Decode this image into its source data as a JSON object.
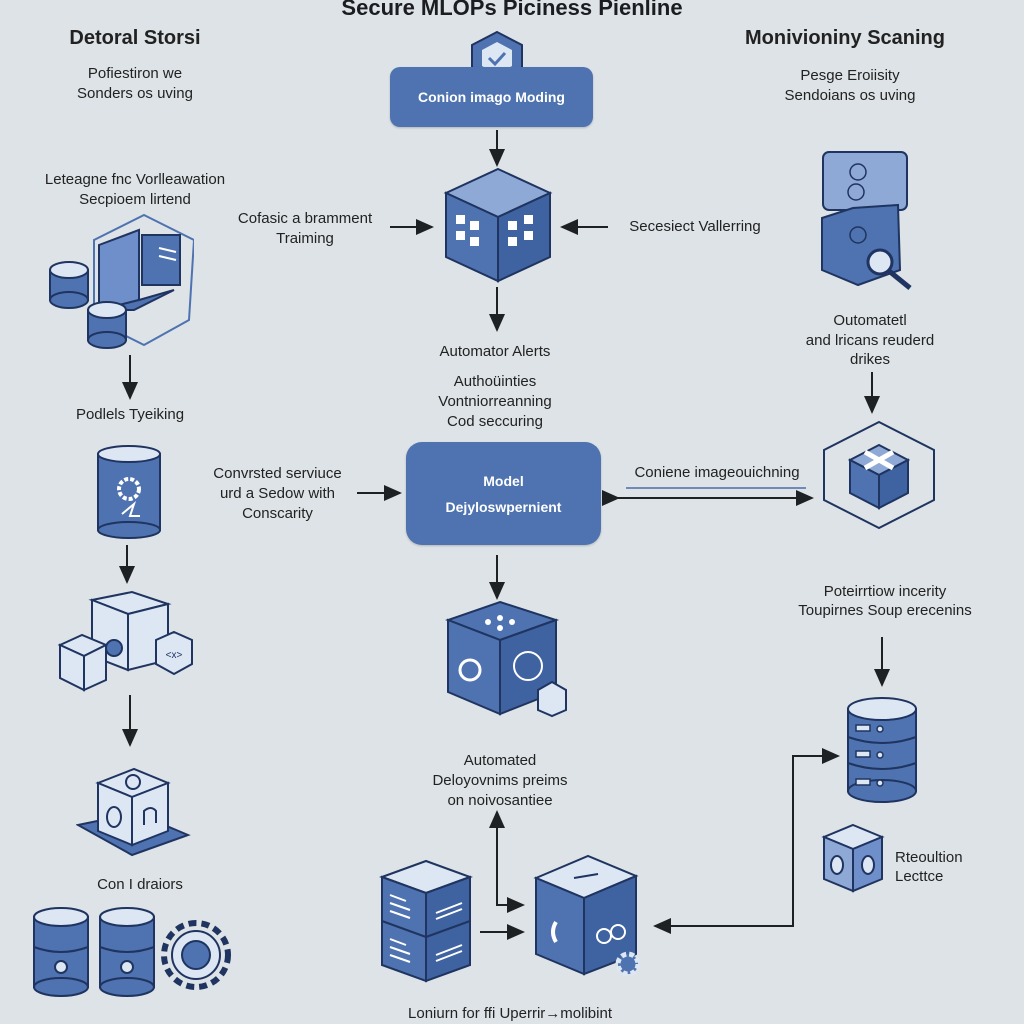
{
  "title": "Secure MLOPs Piciness Pienline",
  "colors": {
    "background": "#dde3e6",
    "primary_blue": "#4e73b0",
    "light_blue": "#8fa9d6",
    "outline": "#1f3460",
    "arrow": "#1e2124"
  },
  "left_column": {
    "heading": "Detoral Storsi",
    "subheading": [
      "Pofiestiron we",
      "Sonders os uving"
    ],
    "step1_label": [
      "Leteagne fnc Vorlleawation",
      "Secpioem lirtend"
    ],
    "step2_label": "Podlels Tyeiking",
    "step3_label": "Con I draiors",
    "icons": [
      "database-window-icon",
      "gear-cylinder-icon",
      "cubes-gear-icon",
      "cube-lock-icon",
      "lock-database-icon",
      "gear-icon"
    ]
  },
  "center_column": {
    "top_box": "Conion imago Moding",
    "shield_icon": "shield-check-icon",
    "left_input": [
      "Cofasic a bramment",
      "Traiming"
    ],
    "right_input": "Secesiect Vallerring",
    "alerts_label": "Automator Alerts",
    "alerts_sub": [
      "Authoüinties",
      "Vontniorreanning",
      "Cod seccuring"
    ],
    "main_box": [
      "Model",
      "Dejyloswpernient"
    ],
    "left_to_main": [
      "Convrsted serviuce",
      "urd a Sedow with",
      "Conscarity"
    ],
    "auto_label": [
      "Automated",
      "Deloyovnims preims",
      "on noivosantiee"
    ],
    "footer": "Loniurn for ffi Uperrir→molibint"
  },
  "right_column": {
    "heading": "Monivioniny Scaning",
    "subheading": [
      "Pesge Eroiisity",
      "Sendoians os uving"
    ],
    "step1_label": [
      "Outomatetl",
      "and lricans reuderd",
      "drikes"
    ],
    "link_label": "Coniene imageouichning",
    "step2_label": [
      "Poteirrtiow incerity",
      "Toupirnes Soup erecenins"
    ],
    "step3_label": [
      "Rteoultion",
      "Lecttce"
    ],
    "icons": [
      "folder-scan-icon",
      "hexagon-cube-icon",
      "server-database-icon",
      "cube-lock-icon"
    ]
  }
}
